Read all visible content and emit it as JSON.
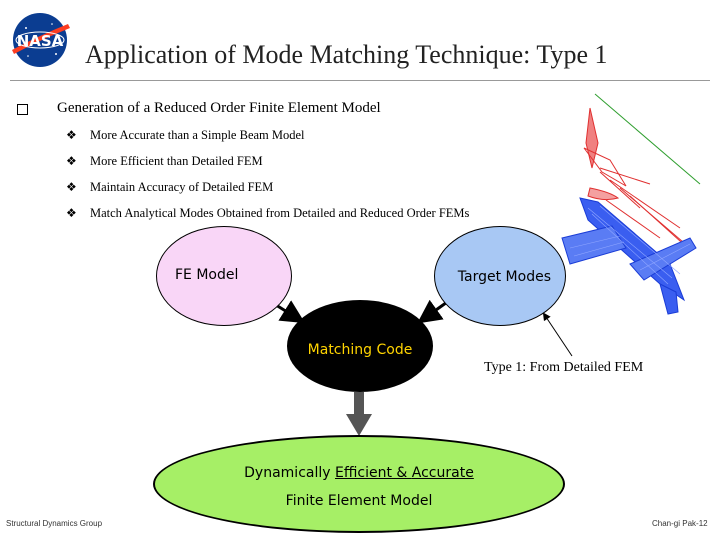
{
  "title": "Application of Mode Matching Technique: Type 1",
  "main_bullet": "Generation of a Reduced Order Finite Element Model",
  "sub_bullets": [
    "More Accurate than a Simple Beam Model",
    "More Efficient than Detailed FEM",
    "Maintain Accuracy of Detailed FEM",
    "Match Analytical Modes Obtained from Detailed and Reduced Order FEMs"
  ],
  "sub_bullet_mark": "❖",
  "diagram": {
    "fe_model": "FE Model",
    "target_modes": "Target Modes",
    "matching_code": "Matching Code",
    "result_line1_prefix": "Dynamically ",
    "result_line1_u1": "Efficient",
    "result_line1_mid": " & ",
    "result_line1_u2": "Accurate",
    "result_line2": "Finite Element Model",
    "type_label": "Type 1: From Detailed FEM"
  },
  "logo_text": "NASA",
  "footer": {
    "left": "Structural Dynamics Group",
    "right": "Chan-gi Pak-12"
  },
  "colors": {
    "fe_model_fill": "#f9d6f7",
    "target_modes_fill": "#a8c8f4",
    "matching_code_fill": "#000000",
    "matching_code_text": "#ffd400",
    "result_fill": "#a6ef66",
    "logo_blue": "#0b3d91",
    "logo_red": "#fc3d21"
  },
  "icons": {
    "logo": "nasa-meatball-logo",
    "airplane": "aircraft-fem-mesh-illustration"
  }
}
